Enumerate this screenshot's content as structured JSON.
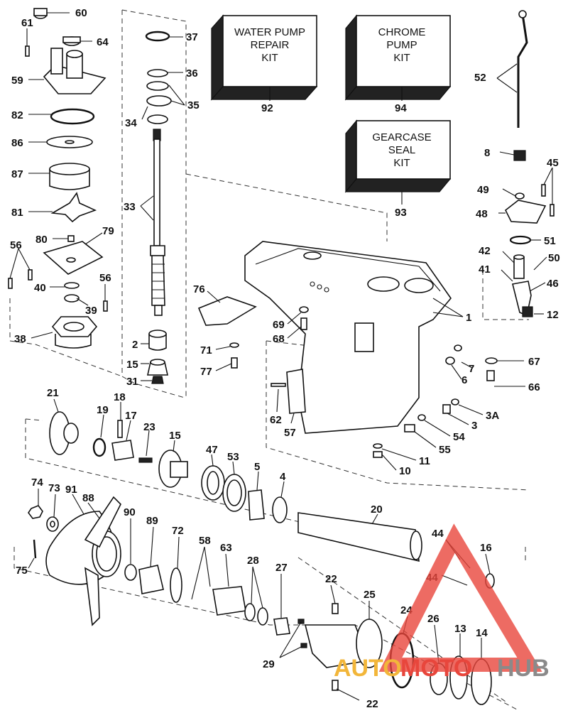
{
  "kits": [
    {
      "id": "water-pump-repair-kit",
      "lines": [
        "WATER PUMP",
        "REPAIR",
        "KIT"
      ],
      "number": "92"
    },
    {
      "id": "chrome-pump-kit",
      "lines": [
        "CHROME",
        "PUMP",
        "KIT"
      ],
      "number": "94"
    },
    {
      "id": "gearcase-seal-kit",
      "lines": [
        "GEARCASE",
        "SEAL",
        "KIT"
      ],
      "number": "93"
    }
  ],
  "callouts": [
    "60",
    "61",
    "64",
    "59",
    "82",
    "86",
    "87",
    "81",
    "80",
    "79",
    "56",
    "56",
    "40",
    "39",
    "38",
    "37",
    "36",
    "35",
    "34",
    "33",
    "2",
    "15",
    "31",
    "52",
    "8",
    "45",
    "49",
    "48",
    "51",
    "42",
    "50",
    "41",
    "46",
    "12",
    "76",
    "69",
    "68",
    "71",
    "77",
    "1",
    "67",
    "7",
    "6",
    "66",
    "3A",
    "3",
    "54",
    "55",
    "11",
    "10",
    "62",
    "57",
    "21",
    "19",
    "18",
    "17",
    "23",
    "15",
    "47",
    "53",
    "5",
    "4",
    "20",
    "44",
    "16",
    "44",
    "74",
    "73",
    "91",
    "88",
    "75",
    "90",
    "89",
    "72",
    "58",
    "63",
    "28",
    "27",
    "22",
    "25",
    "24",
    "26",
    "13",
    "14",
    "29",
    "22"
  ],
  "watermark": {
    "part1": "AUTO",
    "part2": "MOTO",
    "part3": "HUB"
  }
}
